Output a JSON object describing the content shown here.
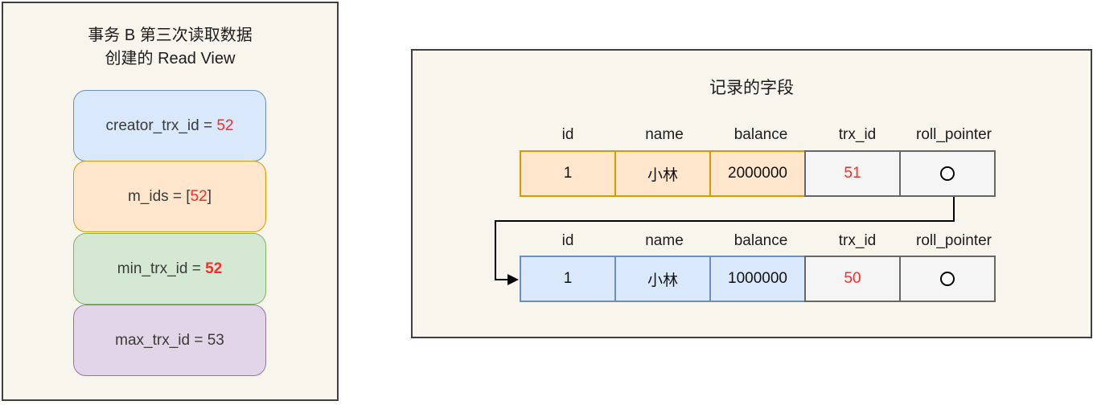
{
  "read_view": {
    "title_line1": "事务 B 第三次读取数据",
    "title_line2": "创建的 Read View",
    "boxes": [
      {
        "name": "creator_trx_id",
        "prefix": "creator_trx_id = ",
        "value": "52",
        "suffix": "",
        "value_bold": false,
        "fill": "#DAE8FC",
        "border": "#6C8EBF"
      },
      {
        "name": "m_ids",
        "prefix": "m_ids = [",
        "value": "52",
        "suffix": "]",
        "value_bold": false,
        "fill": "#FFE6CC",
        "border": "#D79B00"
      },
      {
        "name": "min_trx_id",
        "prefix": "min_trx_id = ",
        "value": "52",
        "suffix": "",
        "value_bold": true,
        "fill": "#D5E8D4",
        "border": "#82B366"
      },
      {
        "name": "max_trx_id",
        "prefix": "max_trx_id = 53",
        "value": "",
        "suffix": "",
        "value_bold": false,
        "fill": "#E1D5E7",
        "border": "#9673A6"
      }
    ]
  },
  "record_table": {
    "title": "记录的字段",
    "headers": [
      "id",
      "name",
      "balance",
      "trx_id",
      "roll_pointer"
    ],
    "rows": [
      {
        "id": "1",
        "name": "小林",
        "balance": "2000000",
        "trx_id": "51",
        "roll_pointer": "circle-icon",
        "highlight": "orange"
      },
      {
        "id": "1",
        "name": "小林",
        "balance": "1000000",
        "trx_id": "50",
        "roll_pointer": "circle-icon",
        "highlight": "blue"
      }
    ],
    "arrow": "row1 roll_pointer links to row2 (undo log version chain)"
  },
  "colors": {
    "panel_bg": "#F8F5EC",
    "panel_border": "#3F3F3F",
    "red_value": "#FA2B2B",
    "blue_fill": "#DAE8FC",
    "blue_border": "#6C8EBF",
    "orange_fill": "#FFE6CC",
    "orange_border": "#D79B00",
    "green_fill": "#D5E8D4",
    "green_border": "#82B366",
    "purple_fill": "#E1D5E7",
    "purple_border": "#9673A6",
    "gray_cell_fill": "#F5F5F5",
    "gray_cell_border": "#666666"
  }
}
